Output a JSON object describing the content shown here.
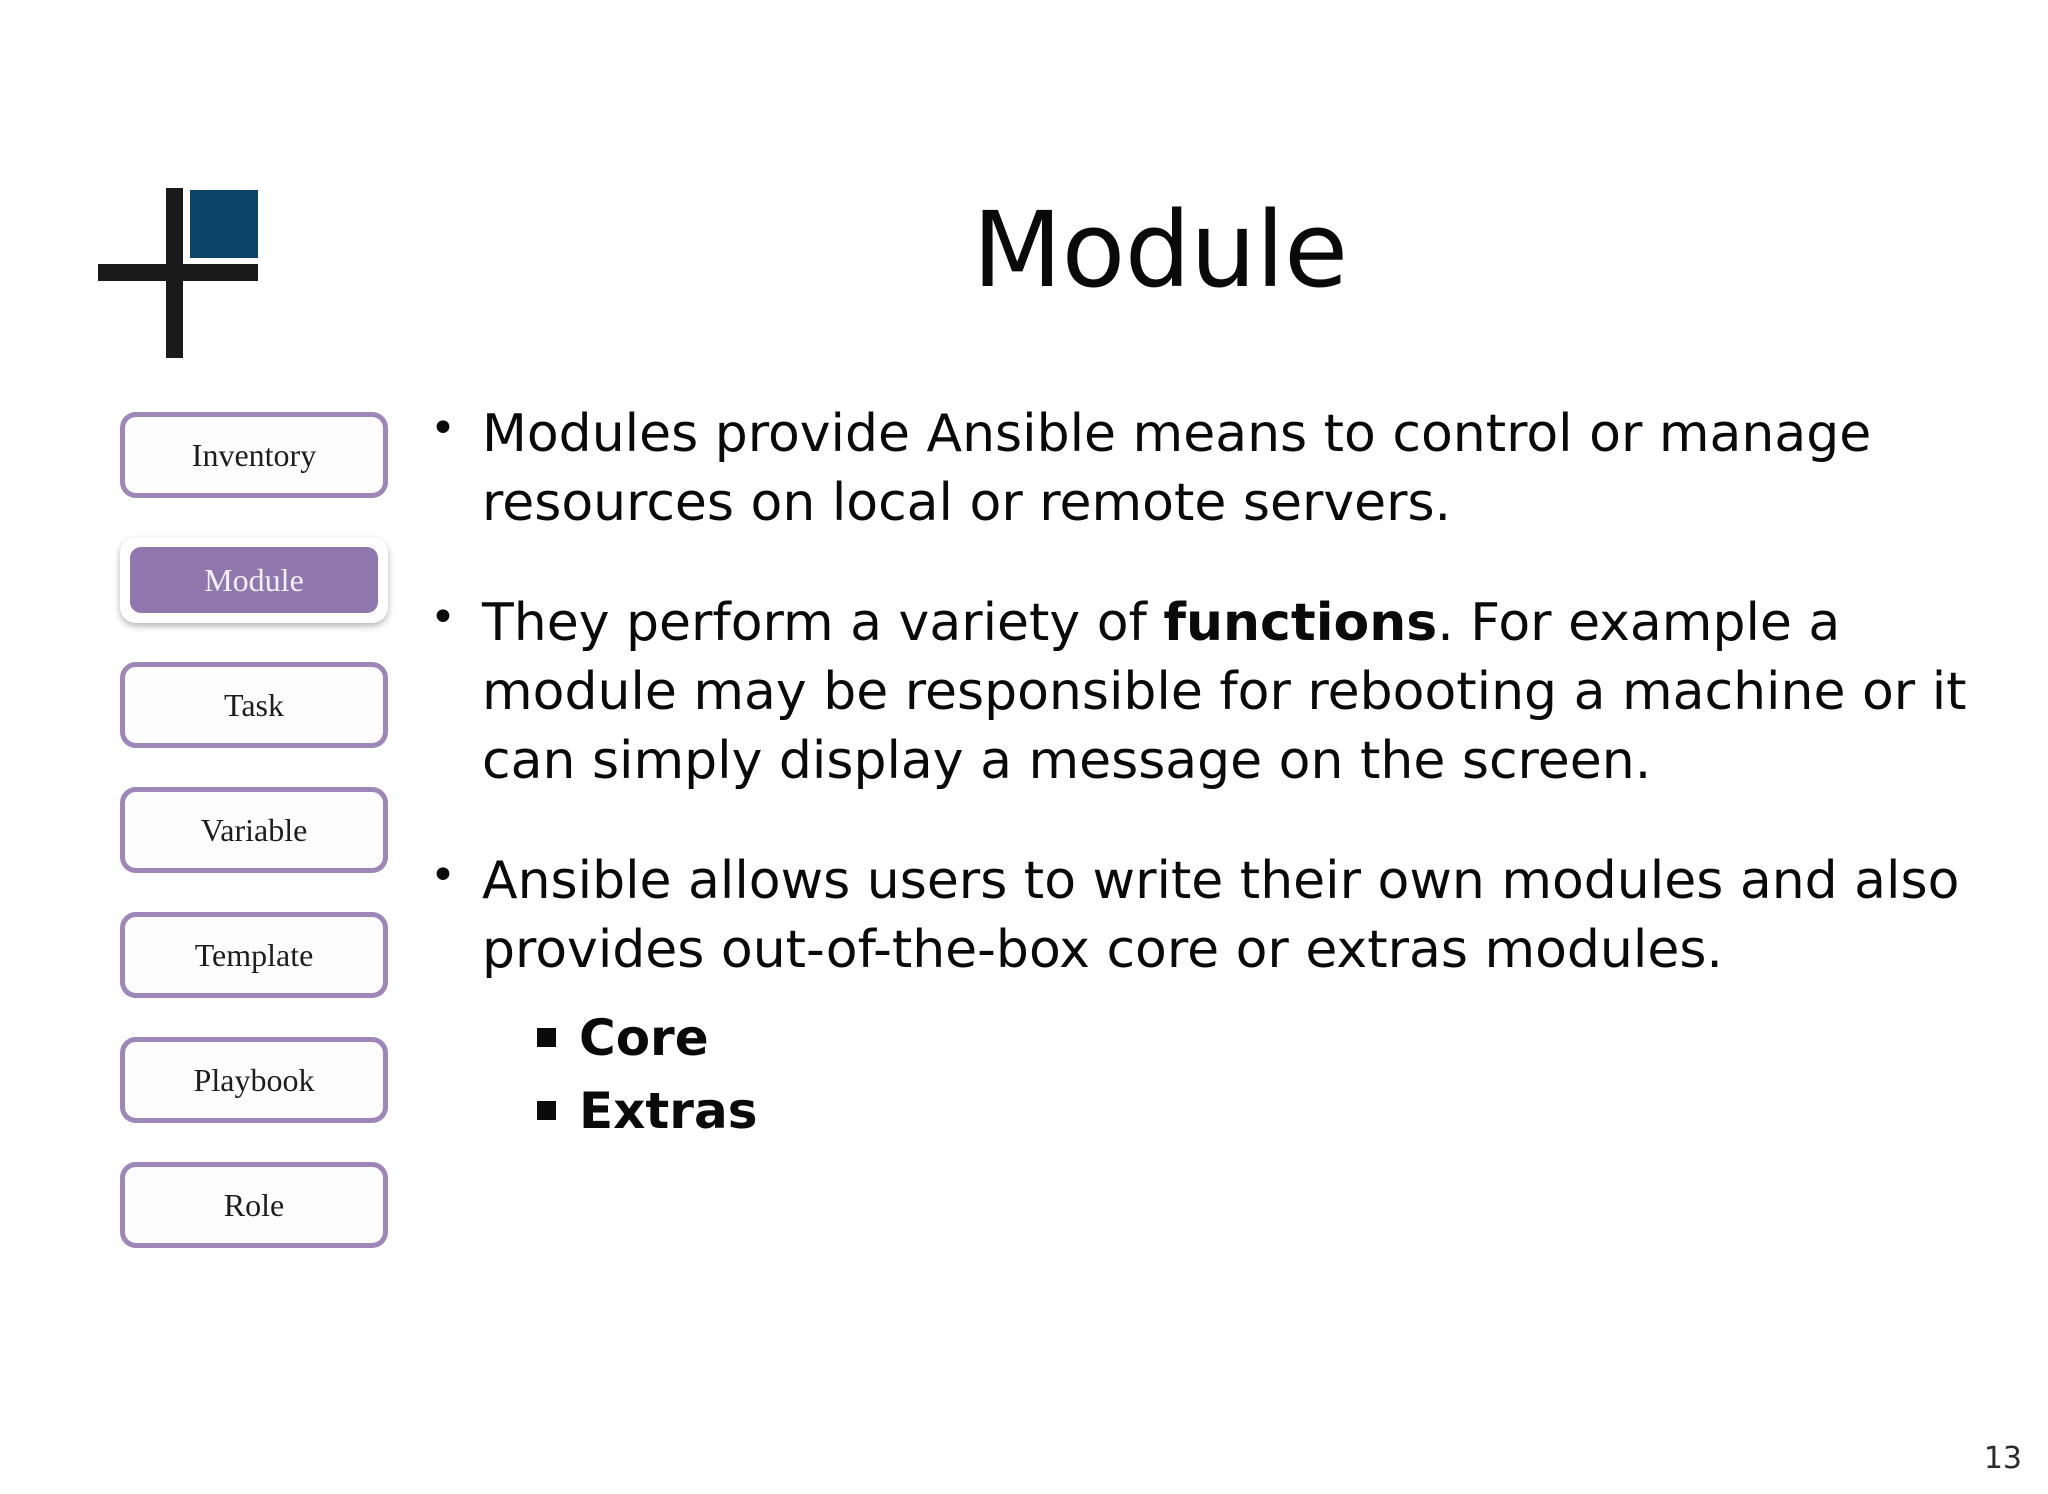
{
  "slide": {
    "title": "Module",
    "page_number": "13",
    "accent_purple": "#9077ae",
    "border_purple": "#9d86b8",
    "logo_blue": "#0c4369",
    "text_color": "#0a0a0a"
  },
  "logo": {
    "name": "plus-square-logo"
  },
  "sidebar": {
    "items": [
      {
        "label": "Inventory",
        "active": false
      },
      {
        "label": "Module",
        "active": true
      },
      {
        "label": "Task",
        "active": false
      },
      {
        "label": "Variable",
        "active": false
      },
      {
        "label": "Template",
        "active": false
      },
      {
        "label": "Playbook",
        "active": false
      },
      {
        "label": "Role",
        "active": false
      }
    ]
  },
  "content": {
    "bullet_glyph": "•",
    "sub_bullet_glyph": "▪",
    "bullets": [
      {
        "parts": [
          {
            "text": "Modules provide Ansible means to control or manage resources on local or remote servers.",
            "bold": false
          }
        ]
      },
      {
        "parts": [
          {
            "text": "They perform a variety of ",
            "bold": false
          },
          {
            "text": "functions",
            "bold": true
          },
          {
            "text": ". For example a module may be responsible for rebooting a machine or it can simply display a message on the screen.",
            "bold": false
          }
        ]
      },
      {
        "parts": [
          {
            "text": "Ansible allows users to write their own modules and also provides out-of-the-box core or extras modules.",
            "bold": false
          }
        ],
        "sub_items": [
          "Core",
          "Extras"
        ]
      }
    ]
  }
}
